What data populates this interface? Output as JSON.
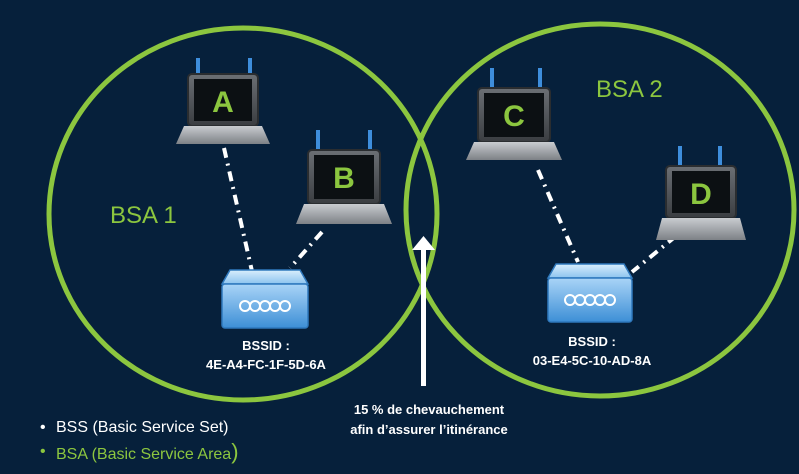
{
  "diagram": {
    "bsa_areas": [
      {
        "label": "BSA 1"
      },
      {
        "label": "BSA 2"
      }
    ],
    "laptops": [
      {
        "label": "A"
      },
      {
        "label": "B"
      },
      {
        "label": "C"
      },
      {
        "label": "D"
      }
    ],
    "access_points": [
      {
        "bssid_title": "BSSID :",
        "bssid": "4E-A4-FC-1F-5D-6A"
      },
      {
        "bssid_title": "BSSID :",
        "bssid": "03-E4-5C-10-AD-8A"
      }
    ],
    "overlap_note": {
      "line1": "15 % de chevauchement",
      "line2": "afin d’assurer l’itinérance"
    },
    "legend": [
      {
        "text": "BSS (Basic Service Set)",
        "color": "#ffffff"
      },
      {
        "text": "BSA (Basic Service Area",
        "suffix": ")",
        "color": "#8cc63f"
      }
    ],
    "colors": {
      "background": "#06203b",
      "circle": "#8cc63f",
      "link": "#ffffff",
      "access_point": "#5aa6e6"
    },
    "icons": [
      "laptop-icon",
      "antenna-icon",
      "access-point-icon",
      "arrow-icon"
    ]
  }
}
